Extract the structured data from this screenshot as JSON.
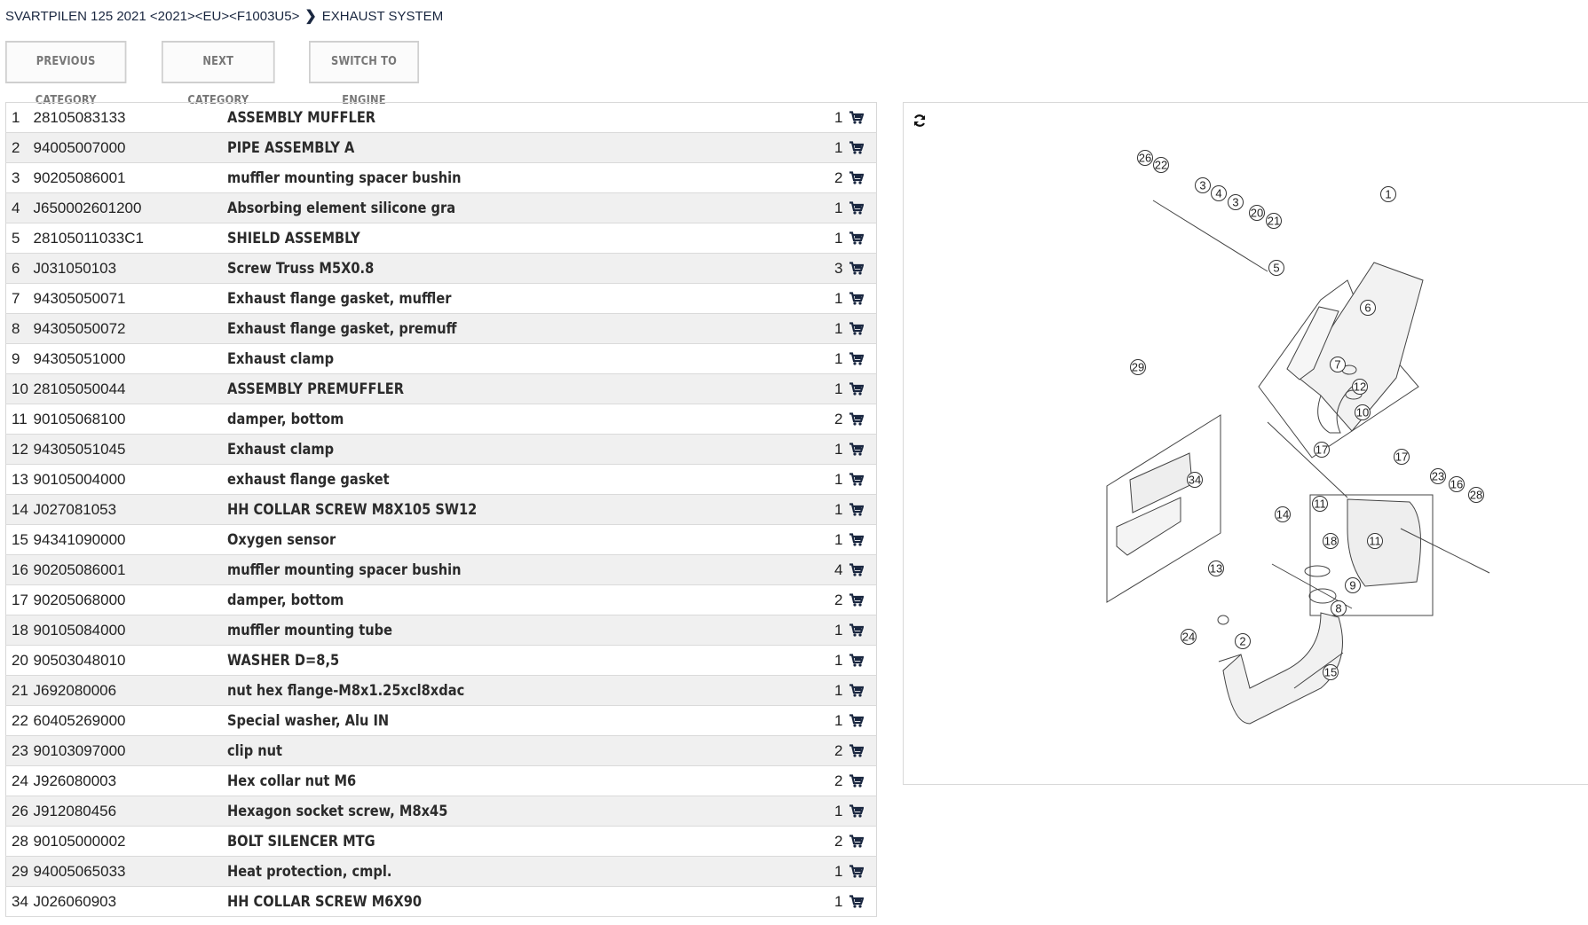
{
  "breadcrumb": {
    "model": "SVARTPILEN 125 2021 <2021><EU><F1003U5>",
    "section": "EXHAUST SYSTEM"
  },
  "buttons": {
    "previous": "PREVIOUS CATEGORY",
    "next": "NEXT CATEGORY",
    "switch": "SWITCH TO ENGINE"
  },
  "parts": [
    {
      "pos": "1",
      "number": "28105083133",
      "description": "ASSEMBLY MUFFLER",
      "qty": "1"
    },
    {
      "pos": "2",
      "number": "94005007000",
      "description": "PIPE ASSEMBLY A",
      "qty": "1"
    },
    {
      "pos": "3",
      "number": "90205086001",
      "description": "muffler mounting spacer bushin",
      "qty": "2"
    },
    {
      "pos": "4",
      "number": "J650002601200",
      "description": "Absorbing element silicone gra",
      "qty": "1"
    },
    {
      "pos": "5",
      "number": "28105011033C1",
      "description": "SHIELD ASSEMBLY",
      "qty": "1"
    },
    {
      "pos": "6",
      "number": "J031050103",
      "description": "Screw Truss M5X0.8",
      "qty": "3"
    },
    {
      "pos": "7",
      "number": "94305050071",
      "description": "Exhaust flange gasket, muffler",
      "qty": "1"
    },
    {
      "pos": "8",
      "number": "94305050072",
      "description": "Exhaust flange gasket, premuff",
      "qty": "1"
    },
    {
      "pos": "9",
      "number": "94305051000",
      "description": "Exhaust clamp",
      "qty": "1"
    },
    {
      "pos": "10",
      "number": "28105050044",
      "description": "ASSEMBLY PREMUFFLER",
      "qty": "1"
    },
    {
      "pos": "11",
      "number": "90105068100",
      "description": "damper, bottom",
      "qty": "2"
    },
    {
      "pos": "12",
      "number": "94305051045",
      "description": "Exhaust clamp",
      "qty": "1"
    },
    {
      "pos": "13",
      "number": "90105004000",
      "description": "exhaust flange gasket",
      "qty": "1"
    },
    {
      "pos": "14",
      "number": "J027081053",
      "description": "HH COLLAR SCREW M8X105 SW12",
      "qty": "1"
    },
    {
      "pos": "15",
      "number": "94341090000",
      "description": "Oxygen sensor",
      "qty": "1"
    },
    {
      "pos": "16",
      "number": "90205086001",
      "description": "muffler mounting spacer bushin",
      "qty": "4"
    },
    {
      "pos": "17",
      "number": "90205068000",
      "description": "damper, bottom",
      "qty": "2"
    },
    {
      "pos": "18",
      "number": "90105084000",
      "description": "muffler mounting tube",
      "qty": "1"
    },
    {
      "pos": "20",
      "number": "90503048010",
      "description": "WASHER D=8,5",
      "qty": "1"
    },
    {
      "pos": "21",
      "number": "J692080006",
      "description": "nut hex flange-M8x1.25xcl8xdac",
      "qty": "1"
    },
    {
      "pos": "22",
      "number": "60405269000",
      "description": "Special washer, Alu IN",
      "qty": "1"
    },
    {
      "pos": "23",
      "number": "90103097000",
      "description": "clip nut",
      "qty": "2"
    },
    {
      "pos": "24",
      "number": "J926080003",
      "description": "Hex collar nut M6",
      "qty": "2"
    },
    {
      "pos": "26",
      "number": "J912080456",
      "description": "Hexagon socket screw, M8x45",
      "qty": "1"
    },
    {
      "pos": "28",
      "number": "90105000002",
      "description": "BOLT SILENCER MTG",
      "qty": "2"
    },
    {
      "pos": "29",
      "number": "94005065033",
      "description": "Heat protection, cmpl.",
      "qty": "1"
    },
    {
      "pos": "34",
      "number": "J026060903",
      "description": "HH COLLAR SCREW M6X90",
      "qty": "1"
    }
  ],
  "diagram": {
    "refresh_icon": "refresh-icon",
    "callouts": [
      "26",
      "22",
      "3",
      "4",
      "3",
      "20",
      "21",
      "1",
      "5",
      "6",
      "7",
      "12",
      "10",
      "29",
      "17",
      "17",
      "34",
      "23",
      "16",
      "28",
      "11",
      "14",
      "18",
      "11",
      "13",
      "9",
      "8",
      "24",
      "2",
      "15"
    ]
  },
  "colors": {
    "accent": "#1a2740",
    "cart": "#1a2740"
  }
}
